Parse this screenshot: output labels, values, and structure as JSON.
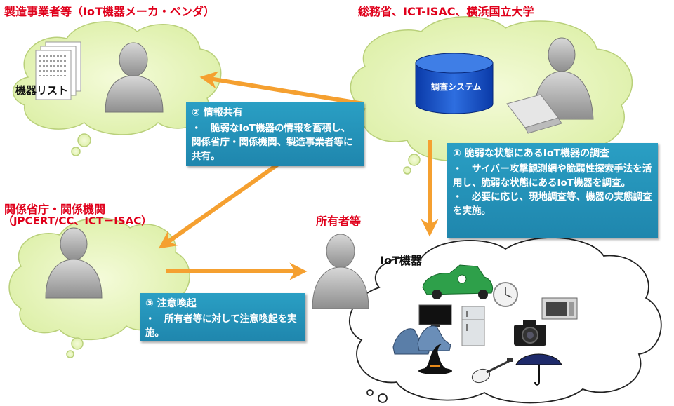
{
  "labels": {
    "manufacturers": "製造事業者等（IoT機器メーカ・ベンダ）",
    "soumu": "総務省、ICT-ISAC、横浜国立大学",
    "ministries_line1": "関係省庁・関係機関",
    "ministries_line2": "（JPCERT/CC、ICT－ISAC）",
    "owners": "所有者等",
    "device_list": "機器リスト",
    "survey_system": "調査システム",
    "iot_devices": "IoT機器"
  },
  "boxes": {
    "survey": {
      "title": "① 脆弱な状態にあるIoT機器の調査",
      "body": "・　サイバー攻撃観測網や脆弱性探索手法を活用し、脆弱な状態にあるIoT機器を調査。\n・　必要に応じ、現地調査等、機器の実態調査を実施。"
    },
    "share": {
      "title": "② 情報共有",
      "body": "・　脆弱なIoT機器の情報を蓄積し、関係省庁・関係機関、製造事業者等に共有。"
    },
    "alert": {
      "title": "③ 注意喚起",
      "body": "・　所有者等に対して注意喚起を実施。"
    }
  },
  "colors": {
    "arrow": "#f5a030",
    "label_red": "#e0001b",
    "box": "#2a9fc4",
    "cloud": "#e9f5bf"
  },
  "icons": [
    "person-silhouette-icon",
    "database-cylinder-icon",
    "laptop-icon",
    "car-icon",
    "clock-icon",
    "microwave-icon",
    "tv-icon",
    "refrigerator-icon",
    "camera-icon",
    "sneakers-icon",
    "witch-hat-icon",
    "guitar-icon",
    "umbrella-icon"
  ]
}
